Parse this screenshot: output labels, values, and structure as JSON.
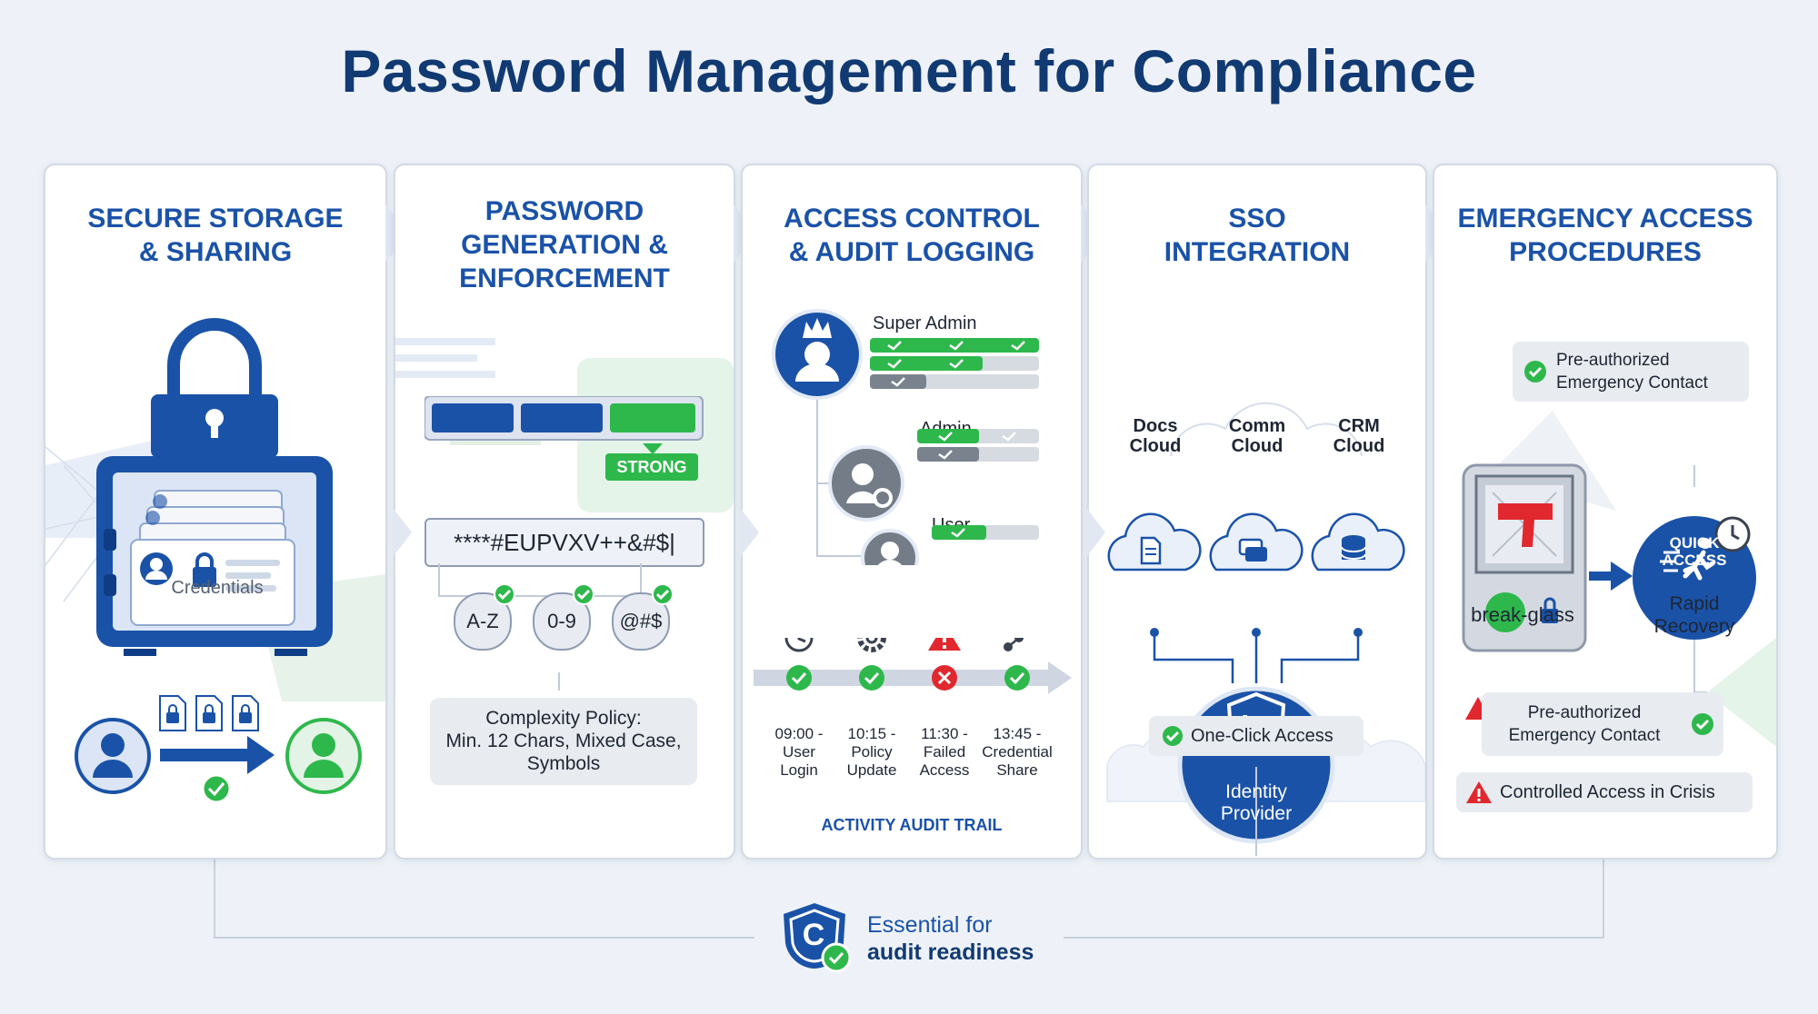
{
  "title": "Password Management for Compliance",
  "colors": {
    "primary": "#1a52a8",
    "navy": "#123a72",
    "green": "#2eb84c",
    "red": "#e0282e",
    "panel_bg": "#ffffff",
    "page_bg": "#eef2f8"
  },
  "panels": [
    {
      "title_lines": [
        "SECURE STORAGE",
        "& SHARING"
      ],
      "credentials_label": "Credentials"
    },
    {
      "title_lines": [
        "PASSWORD",
        "GENERATION &",
        "ENFORCEMENT"
      ],
      "strength_label": "STRONG",
      "password_value": "****#EUPVXV++&#$|",
      "char_classes": [
        "A-Z",
        "0-9",
        "@#$"
      ],
      "policy_lines": [
        "Complexity Policy:",
        "Min. 12 Chars, Mixed Case,",
        "Symbols"
      ]
    },
    {
      "title_lines": [
        "ACCESS CONTROL",
        "& AUDIT LOGGING"
      ],
      "roles": [
        {
          "label": "Super Admin"
        },
        {
          "label": "Admin"
        },
        {
          "label": "User"
        }
      ],
      "timeline": [
        {
          "time": "09:00 -",
          "event_lines": [
            "User",
            "Login"
          ],
          "status": "success",
          "icon": "clock-icon"
        },
        {
          "time": "10:15 -",
          "event_lines": [
            "Policy",
            "Update"
          ],
          "status": "success",
          "icon": "gear-icon"
        },
        {
          "time": "11:30 -",
          "event_lines": [
            "Failed",
            "Access"
          ],
          "status": "failed",
          "icon": "warning-icon"
        },
        {
          "time": "13:45 -",
          "event_lines": [
            "Credential",
            "Share"
          ],
          "status": "success",
          "icon": "share-icon"
        }
      ],
      "trail_label": "ACTIVITY AUDIT TRAIL"
    },
    {
      "title_lines": [
        "SSO",
        "INTEGRATION"
      ],
      "clouds": [
        {
          "lines": [
            "Docs",
            "Cloud"
          ],
          "icon": "document-icon"
        },
        {
          "lines": [
            "Comm",
            "Cloud"
          ],
          "icon": "chat-icon"
        },
        {
          "lines": [
            "CRM",
            "Cloud"
          ],
          "icon": "database-icon"
        }
      ],
      "provider_lines": [
        "Identity",
        "Provider"
      ],
      "provider_badge": "iD",
      "one_click": "One-Click Access"
    },
    {
      "title_lines": [
        "EMERGENCY ACCESS",
        "PROCEDURES"
      ],
      "contact_top_lines": [
        "Pre-authorized",
        "Emergency Contact"
      ],
      "breakglass": "break-glass",
      "quick_access_lines": [
        "QUICK",
        "ACCESS"
      ],
      "recovery_lines": [
        "Rapid",
        "Recovery"
      ],
      "contact_bottom_lines": [
        "Pre-authorized",
        "Emergency Contact"
      ],
      "crisis": "Controlled Access in Crisis"
    }
  ],
  "footer": {
    "essential": "Essential for",
    "audit": "audit readiness",
    "badge_letter": "C"
  }
}
